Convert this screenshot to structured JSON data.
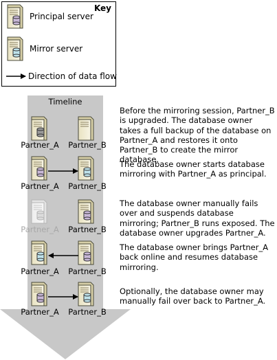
{
  "key": {
    "title": "Key",
    "principal_label": "Principal server",
    "mirror_label": "Mirror server",
    "flow_label": "Direction of data flow"
  },
  "timeline_label": "Timeline",
  "colors": {
    "timeline_fill": "#c8c8c8",
    "principal_db": "#c9b8d8",
    "mirror_db": "#bfe3ec",
    "plain_db": "#9a9a9a"
  },
  "steps": [
    {
      "description": "Before the mirroring session, Partner_B is upgraded. The database owner takes a full backup of the database on Partner_A and restores it onto Partner_B to create the mirror database.",
      "left_server": "Partner_A",
      "right_server": "Partner_B",
      "flow": "none",
      "left_role": "plain",
      "right_role": "none"
    },
    {
      "description": "The database owner starts database mirroring with Partner_A as principal.",
      "left_server": "Partner_A",
      "right_server": "Partner_B",
      "flow": "left-to-right",
      "left_role": "principal",
      "right_role": "mirror"
    },
    {
      "description": "The database owner manually fails over and suspends database mirroring; Partner_B runs exposed. The database owner upgrades Partner_A.",
      "left_server": "Partner_A",
      "right_server": "Partner_B",
      "flow": "none",
      "left_role": "offline",
      "right_role": "principal"
    },
    {
      "description": "The database owner brings Partner_A back online and resumes database mirroring.",
      "left_server": "Partner_A",
      "right_server": "Partner_B",
      "flow": "right-to-left",
      "left_role": "mirror",
      "right_role": "principal"
    },
    {
      "description": "Optionally, the database owner may manually fail over back to Partner_A.",
      "left_server": "Partner_A",
      "right_server": "Partner_B",
      "flow": "left-to-right",
      "left_role": "principal",
      "right_role": "mirror"
    }
  ]
}
